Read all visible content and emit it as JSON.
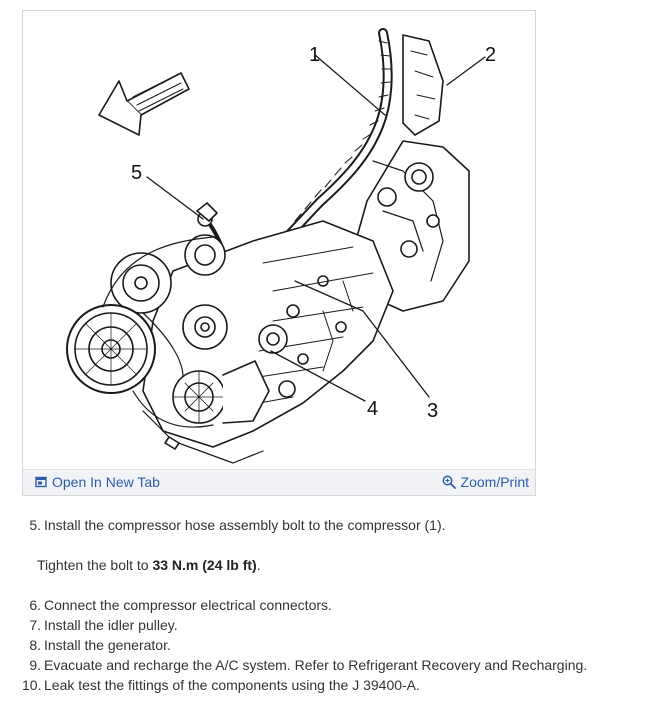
{
  "figure": {
    "callouts": [
      "1",
      "2",
      "3",
      "4",
      "5"
    ],
    "toolbar": {
      "open_label": "Open In New Tab",
      "zoom_label": "Zoom/Print",
      "open_icon": "external-window-icon",
      "zoom_icon": "magnifier-icon"
    }
  },
  "steps": [
    {
      "num": "5.",
      "text": "Install the compressor hose assembly bolt to the compressor (1)."
    },
    {
      "num": "6.",
      "text": "Connect the compressor electrical connectors."
    },
    {
      "num": "7.",
      "text": "Install the idler pulley."
    },
    {
      "num": "8.",
      "text": "Install the generator."
    },
    {
      "num": "9.",
      "text": "Evacuate and recharge the A/C system. Refer to Refrigerant Recovery and Recharging."
    },
    {
      "num": "10.",
      "text": "Leak test the fittings of the components using the J 39400-A."
    }
  ],
  "note": {
    "prefix": "Tighten the bolt to ",
    "torque": "33 N.m (24 lb ft)",
    "suffix": "."
  },
  "colors": {
    "link": "#2a5caa",
    "toolbar_bg": "#f1f3f6",
    "text": "#333333"
  }
}
